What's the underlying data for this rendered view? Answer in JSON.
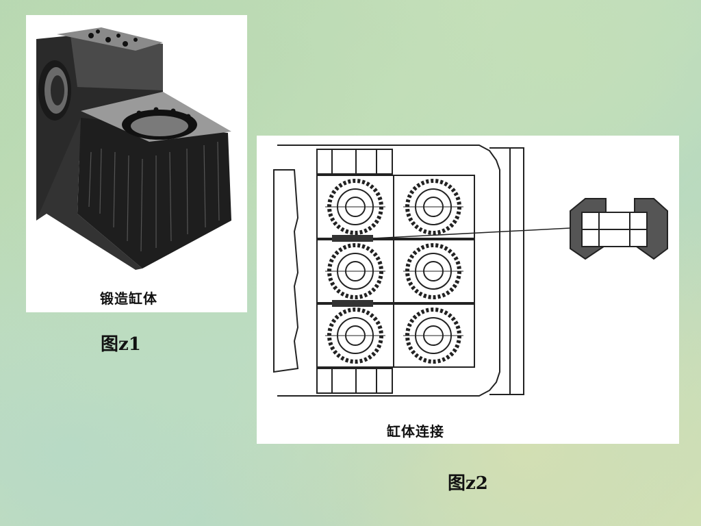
{
  "figures": [
    {
      "caption": "锻造缸体",
      "label": "图z1"
    },
    {
      "caption": "缸体连接",
      "label": "图z2"
    }
  ]
}
